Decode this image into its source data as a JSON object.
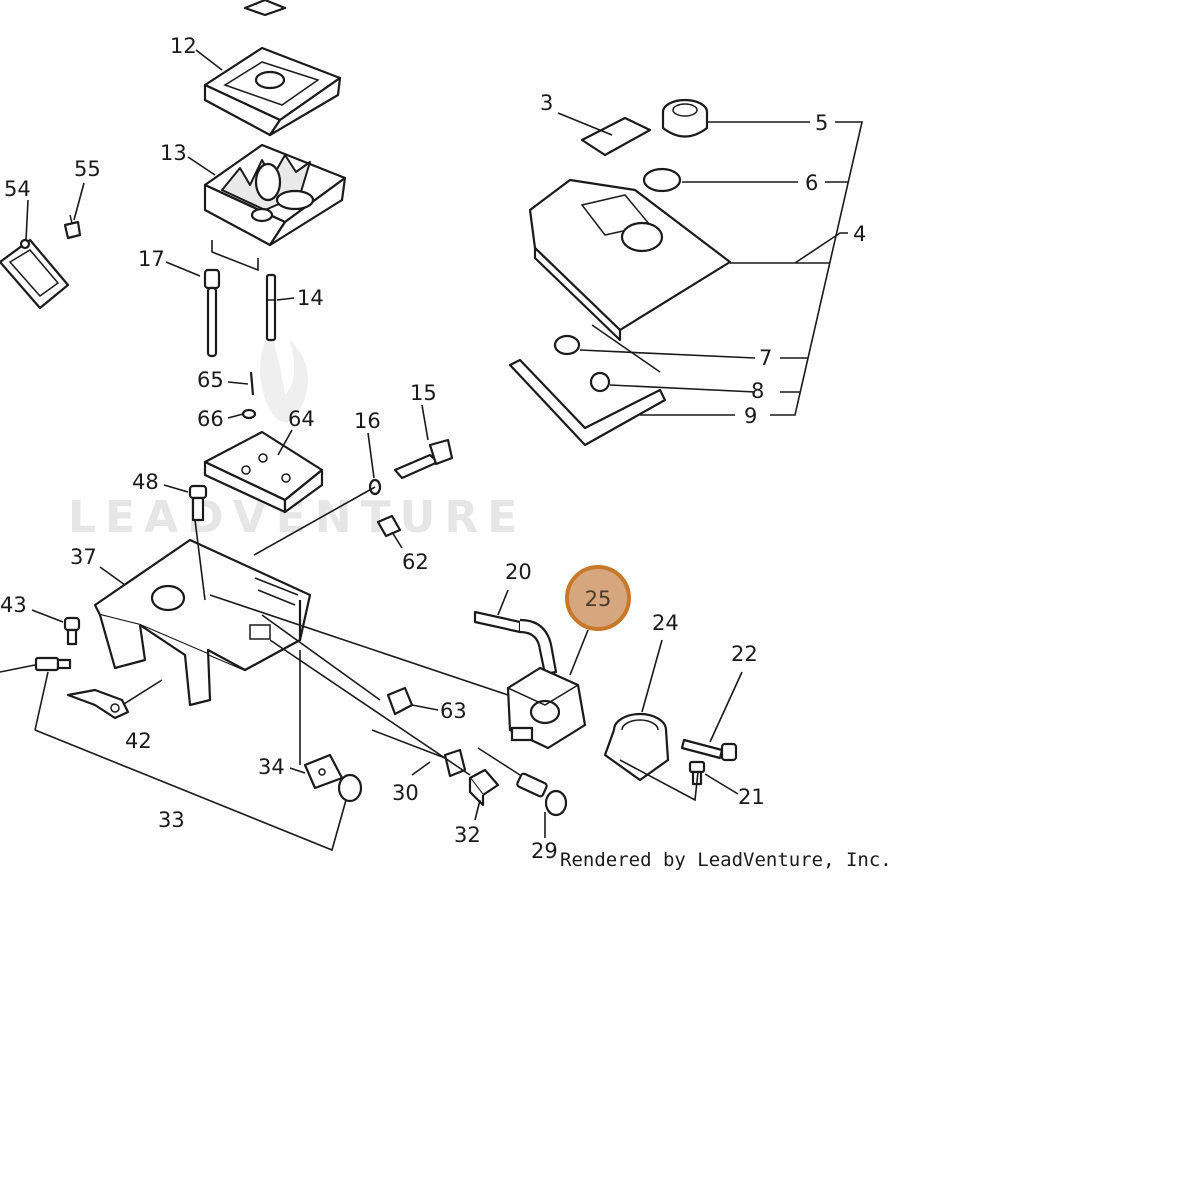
{
  "watermark": "LEADVENTURE",
  "credit": "Rendered by LeadVenture, Inc.",
  "highlight": {
    "label": "25",
    "fill": "#d6a77e",
    "stroke": "#c8782b"
  },
  "callouts": {
    "n3": "3",
    "n4": "4",
    "n5": "5",
    "n6": "6",
    "n7": "7",
    "n8": "8",
    "n9": "9",
    "n12": "12",
    "n13": "13",
    "n14": "14",
    "n15": "15",
    "n16": "16",
    "n17": "17",
    "n20": "20",
    "n21": "21",
    "n22": "22",
    "n24": "24",
    "n29": "29",
    "n30": "30",
    "n32": "32",
    "n33": "33",
    "n34": "34",
    "n37": "37",
    "n42": "42",
    "n43": "43",
    "n48": "48",
    "n54": "54",
    "n55": "55",
    "n62": "62",
    "n63": "63",
    "n64": "64",
    "n65": "65",
    "n66": "66"
  }
}
